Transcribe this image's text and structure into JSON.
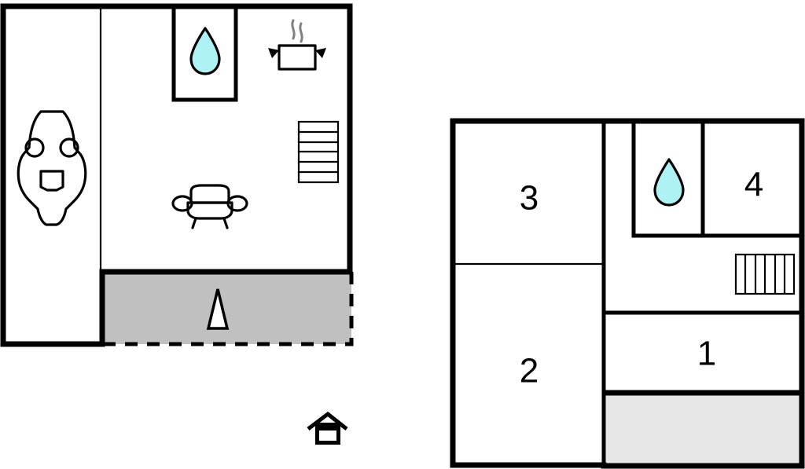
{
  "document": {
    "type": "floor-plan",
    "title": "Property Floor Plan",
    "floors": 2
  },
  "colors": {
    "wall": "#000000",
    "background": "#ffffff",
    "water_drop_fill": "#AFF2F5",
    "terrace_ground_floor": "#C0C0C0",
    "terrace_upper_floor": "#E6E6E6",
    "steam": "#808080"
  },
  "ground_floor": {
    "name": "ground-floor-plan",
    "rooms": [
      {
        "id": "garage",
        "label": "",
        "icon": "car-icon"
      },
      {
        "id": "living-area",
        "label": "",
        "icon": "sofa-icon"
      },
      {
        "id": "bathroom",
        "label": "",
        "icon": "water-drop-icon"
      },
      {
        "id": "kitchen",
        "label": "",
        "icon": "cooking-pot-icon"
      },
      {
        "id": "stairwell",
        "label": "",
        "icon": "stairs-icon"
      },
      {
        "id": "terrace",
        "label": "",
        "icon": "north-arrow-icon"
      }
    ],
    "icons": {
      "car": "car-icon",
      "sofa": "sofa-icon",
      "water_drop": "water-drop-icon",
      "cooking_pot": "cooking-pot-icon",
      "stairs": "stairs-icon",
      "north_arrow": "north-arrow-icon"
    }
  },
  "upper_floor": {
    "name": "upper-floor-plan",
    "rooms": [
      {
        "id": "room-3",
        "label": "3"
      },
      {
        "id": "room-2",
        "label": "2"
      },
      {
        "id": "room-4",
        "label": "4"
      },
      {
        "id": "room-1",
        "label": "1"
      },
      {
        "id": "bathroom-upper",
        "label": "",
        "icon": "water-drop-icon"
      },
      {
        "id": "hallway",
        "label": "",
        "icon": "stairs-icon"
      },
      {
        "id": "balcony",
        "label": ""
      }
    ],
    "icons": {
      "water_drop": "water-drop-icon",
      "stairs": "stairs-icon"
    }
  },
  "legend": {
    "house_marker": "house-icon"
  }
}
